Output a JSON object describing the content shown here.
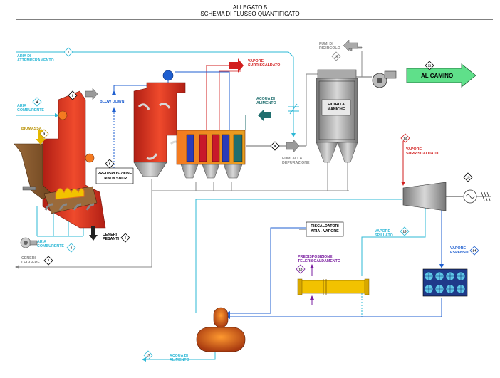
{
  "header": {
    "line1": "ALLEGATO 5",
    "line2": "SCHEMA DI FLUSSO QUANTIFICATO"
  },
  "labels": {
    "aria_attemperamento": [
      "ARIA DI",
      "ATTEMPERAMENTO"
    ],
    "aria_comburente_top": [
      "ARIA",
      "COMBURENTE"
    ],
    "biomassa": "BIOMASSA",
    "blow_down": "BLOW DOWN",
    "vapore_surriscaldato_top": [
      "VAPORE",
      "SURRISCALDATO"
    ],
    "acqua_alimento_top": [
      "ACQUA DI",
      "ALIMENTO"
    ],
    "fumi_ricircolo": [
      "FUMI DI",
      "RICIRCOLO"
    ],
    "al_camino": "AL CAMINO",
    "filtro": [
      "FILTRO A",
      "MANICHE"
    ],
    "fumi_depurazione": [
      "FUMI ALLA",
      "DEPURAZIONE"
    ],
    "predisposizione_denox": [
      "PREDISPOSIZIONE",
      "DeNOx SNCR"
    ],
    "vapore_surriscaldato_right": [
      "VAPORE",
      "SURRISCALDATO"
    ],
    "ceneri_pesanti": [
      "CENERI",
      "PESANTI"
    ],
    "aria_comburente_bottom": [
      "ARIA",
      "COMBURENTE"
    ],
    "ceneri_leggere": [
      "CENERI",
      "LEGGERE"
    ],
    "riscaldatori": [
      "RISCALDATORI",
      "ARIA - VAPORE"
    ],
    "vapore_spillato": [
      "VAPORE",
      "SPILLATO"
    ],
    "vapore_espanso": [
      "VAPORE",
      "ESPANSO"
    ],
    "predisposizione_teleriscaldamento": [
      "PREDISPOSIZIONE",
      "TELERISCALDAMENTO"
    ],
    "acqua_alimento_bottom": [
      "ACQUA DI",
      "ALIMENTO"
    ]
  },
  "flow_numbers": [
    "1",
    "2",
    "3",
    "4",
    "5",
    "6",
    "7",
    "8",
    "9",
    "10",
    "11",
    "12",
    "13",
    "14",
    "15",
    "16",
    "17"
  ],
  "colors": {
    "cyan": "#2eb8d6",
    "blue": "#1f5fd0",
    "red": "#d21f1f",
    "teal": "#1f6e6e",
    "orange": "#e07020",
    "boiler_red": "#dd3a26",
    "steel": "#888888",
    "arrow_green": "#5fe08a",
    "purple": "#7a1fa0",
    "yellow": "#f2c200"
  }
}
